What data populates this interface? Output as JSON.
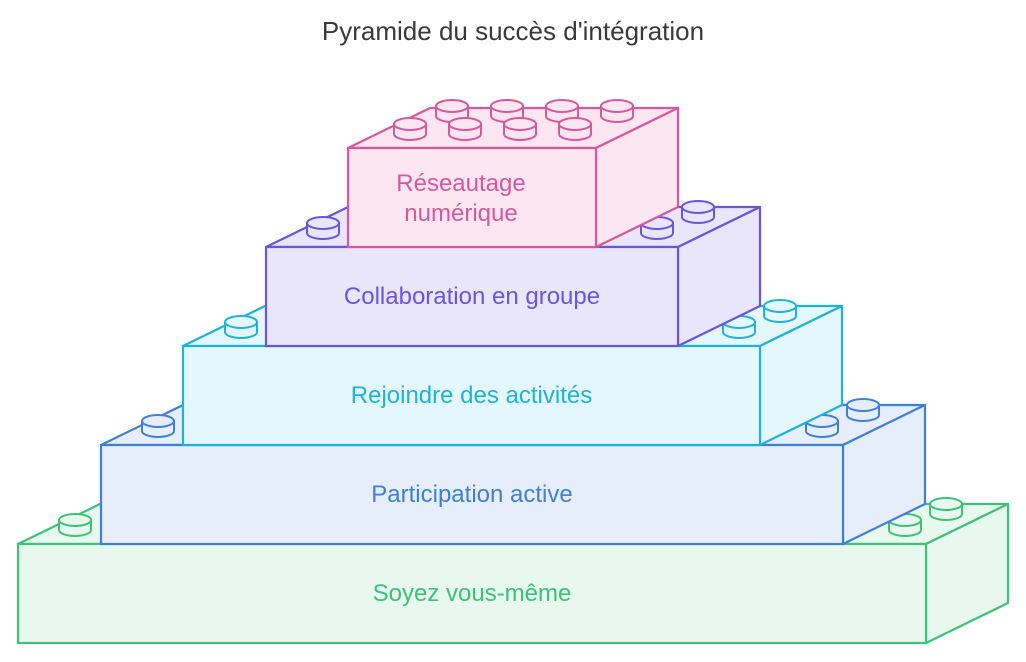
{
  "title": "Pyramide du succès d'intégration",
  "levels": [
    {
      "label": "Soyez vous-même",
      "stroke": "#3cc27a",
      "fill": "#e8f8ef"
    },
    {
      "label": "Participation active",
      "stroke": "#3f7fd9",
      "fill": "#e6eefb"
    },
    {
      "label": "Rejoindre des activités",
      "stroke": "#1fb3d9",
      "fill": "#e4f7fc"
    },
    {
      "label": "Collaboration en groupe",
      "stroke": "#6a55de",
      "fill": "#e9e5fb"
    },
    {
      "label": "Réseautage numérique",
      "lines": [
        "Réseautage",
        "numérique"
      ],
      "stroke": "#d9589a",
      "fill": "#fbe6f2"
    }
  ]
}
